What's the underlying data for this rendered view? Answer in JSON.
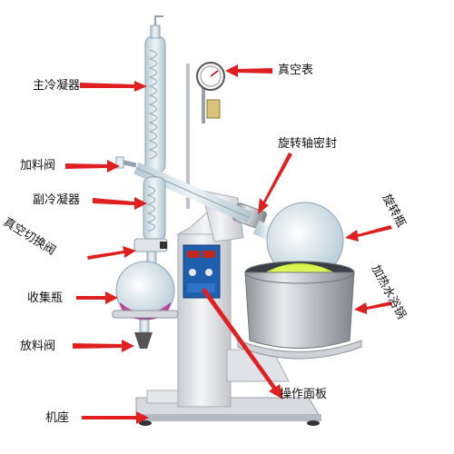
{
  "labels": {
    "main_condenser": "主冷凝器",
    "vacuum_gauge": "真空表",
    "feed_valve": "加料阀",
    "rotary_seal": "旋转轴密封",
    "secondary_condenser": "副冷凝器",
    "rotary_flask": "旋转瓶",
    "vacuum_switch_valve": "真空切换阀",
    "heating_bath": "加热水浴锅",
    "collection_flask": "收集瓶",
    "discharge_valve": "放料阀",
    "control_panel": "操作面板",
    "base": "机座"
  },
  "colors": {
    "arrow": "#e02020",
    "frame": "#e6e8ec",
    "glass": "#d9e6ee",
    "panel": "#1f5fb0",
    "steel": "#b8bcc2",
    "green_liquid": "#9acd32",
    "pink_liquid": "#d0309a"
  }
}
